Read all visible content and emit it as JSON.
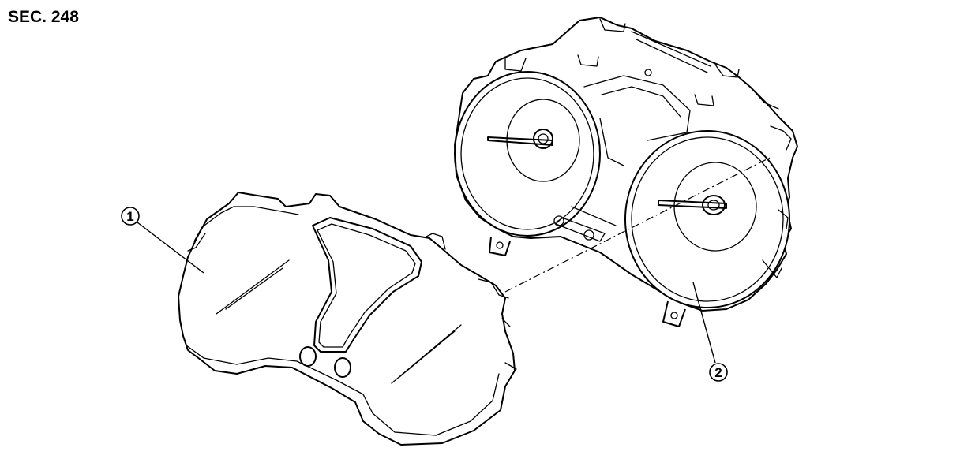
{
  "title": "SEC. 248",
  "callouts": [
    {
      "label": "1"
    },
    {
      "label": "2"
    }
  ]
}
